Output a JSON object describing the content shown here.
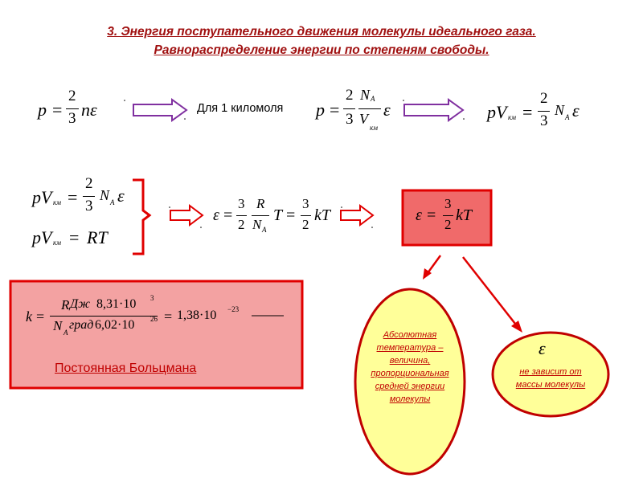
{
  "title": {
    "line1": "3. Энергия поступательного движения молекулы идеального газа.",
    "line2": "Равнораспределение энергии по степеням свободы. "
  },
  "row1": {
    "eq1": {
      "lhs": "p",
      "num": "2",
      "den": "3",
      "rhs": "nε"
    },
    "label": "Для 1 киломоля",
    "eq2": {
      "lhs": "p",
      "num": "2",
      "den": "3",
      "na": "N",
      "na_sub": "A",
      "v": "V",
      "v_sub": "км",
      "eps": "ε"
    },
    "eq3": {
      "lhs": "pV",
      "lhs_sub": "км",
      "num": "2",
      "den": "3",
      "na": "N",
      "na_sub": "A",
      "eps": "ε"
    }
  },
  "row2": {
    "sys1": {
      "lhs": "pV",
      "lhs_sub": "км",
      "num": "2",
      "den": "3",
      "na": "N",
      "na_sub": "A",
      "eps": "ε"
    },
    "sys2": {
      "lhs": "pV",
      "lhs_sub": "км",
      "rhs": "RT"
    },
    "eq4": {
      "eps": "ε",
      "n1": "3",
      "d1": "2",
      "r": "R",
      "na": "N",
      "na_sub": "A",
      "t": "T",
      "n2": "3",
      "d2": "2",
      "kt": "kT"
    },
    "result": {
      "eps": "ε",
      "num": "3",
      "den": "2",
      "kt": "kT"
    }
  },
  "boltzmann": {
    "k": "k",
    "num1": "R",
    "num1b": "Дж",
    "num2": "8,31·10",
    "num2_exp": "3",
    "den1": "N",
    "den1_sub": "A",
    "den1b": "град",
    "den2": "6,02·10",
    "den2_exp": "26",
    "value": "1,38·10",
    "value_exp": "−23",
    "caption": "Постоянная Больцмана"
  },
  "oval_left": [
    "Абсолютная",
    "температура –",
    "величина,",
    "пропорциональная",
    "средней энергии",
    "молекулы"
  ],
  "oval_right": {
    "eps": "ε",
    "lines": [
      "не зависит от",
      "массы молекулы"
    ]
  },
  "colors": {
    "title": "#a01010",
    "box_fill": "#f08a8a",
    "box_border": "#e00000",
    "arrow": "#9030b0",
    "oval_fill": "#ffff99",
    "oval_border": "#c00000"
  }
}
